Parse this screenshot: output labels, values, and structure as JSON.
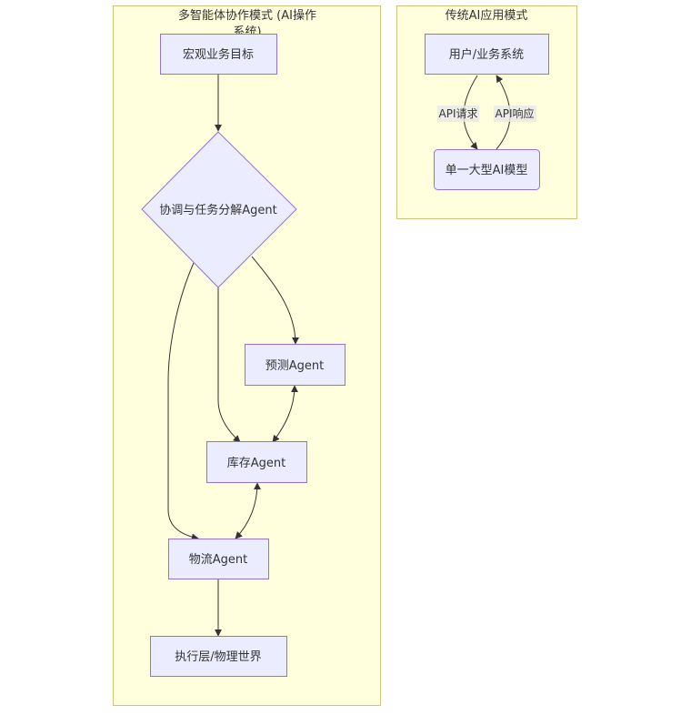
{
  "clusters": {
    "multi_agent": {
      "title_line1": "多智能体协作模式 (AI操作",
      "title_line2": "系统)"
    },
    "traditional": {
      "title": "传统AI应用模式"
    }
  },
  "nodes": {
    "macro_goal": "宏观业务目标",
    "coordinator": "协调与任务分解Agent",
    "forecast": "预测Agent",
    "inventory": "库存Agent",
    "logistics": "物流Agent",
    "execution": "执行层/物理世界",
    "user_system": "用户/业务系统",
    "single_model": "单一大型AI模型"
  },
  "edges": {
    "api_request": "API请求",
    "api_response": "API响应"
  },
  "colors": {
    "cluster_fill": "#ffffde",
    "cluster_stroke": "#c8c87a",
    "node_fill": "#ececff",
    "node_stroke": "#9370db",
    "edge": "#333333"
  }
}
